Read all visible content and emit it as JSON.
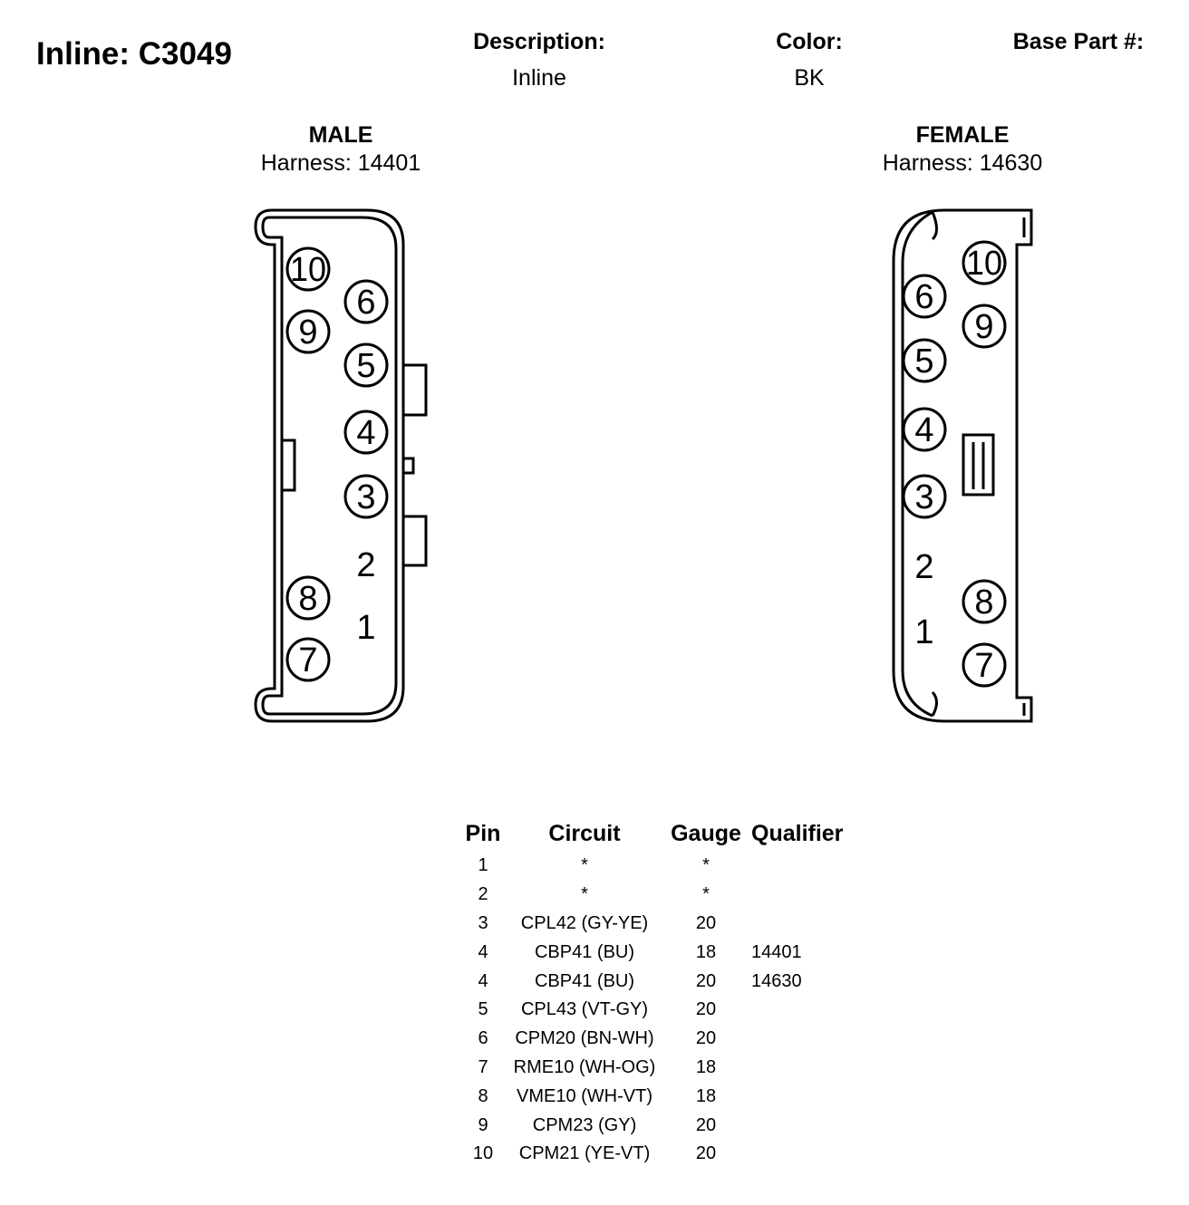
{
  "header": {
    "title": "Inline: C3049",
    "description_label": "Description:",
    "description_value": "Inline",
    "color_label": "Color:",
    "color_value": "BK",
    "base_part_label": "Base Part #:"
  },
  "male": {
    "title": "MALE",
    "harness": "Harness: 14401",
    "pins": [
      "10",
      "9",
      "8",
      "7",
      "6",
      "5",
      "4",
      "3",
      "2",
      "1"
    ]
  },
  "female": {
    "title": "FEMALE",
    "harness": "Harness: 14630",
    "pins": [
      "10",
      "9",
      "8",
      "7",
      "6",
      "5",
      "4",
      "3",
      "2",
      "1"
    ]
  },
  "table": {
    "headers": {
      "pin": "Pin",
      "circuit": "Circuit",
      "gauge": "Gauge",
      "qualifier": "Qualifier"
    },
    "rows": [
      {
        "pin": "1",
        "circuit": "*",
        "gauge": "*",
        "qualifier": ""
      },
      {
        "pin": "2",
        "circuit": "*",
        "gauge": "*",
        "qualifier": ""
      },
      {
        "pin": "3",
        "circuit": "CPL42 (GY-YE)",
        "gauge": "20",
        "qualifier": ""
      },
      {
        "pin": "4",
        "circuit": "CBP41 (BU)",
        "gauge": "18",
        "qualifier": "14401"
      },
      {
        "pin": "4",
        "circuit": "CBP41 (BU)",
        "gauge": "20",
        "qualifier": "14630"
      },
      {
        "pin": "5",
        "circuit": "CPL43 (VT-GY)",
        "gauge": "20",
        "qualifier": ""
      },
      {
        "pin": "6",
        "circuit": "CPM20 (BN-WH)",
        "gauge": "20",
        "qualifier": ""
      },
      {
        "pin": "7",
        "circuit": "RME10 (WH-OG)",
        "gauge": "18",
        "qualifier": ""
      },
      {
        "pin": "8",
        "circuit": "VME10 (WH-VT)",
        "gauge": "18",
        "qualifier": ""
      },
      {
        "pin": "9",
        "circuit": "CPM23 (GY)",
        "gauge": "20",
        "qualifier": ""
      },
      {
        "pin": "10",
        "circuit": "CPM21 (YE-VT)",
        "gauge": "20",
        "qualifier": ""
      }
    ]
  }
}
